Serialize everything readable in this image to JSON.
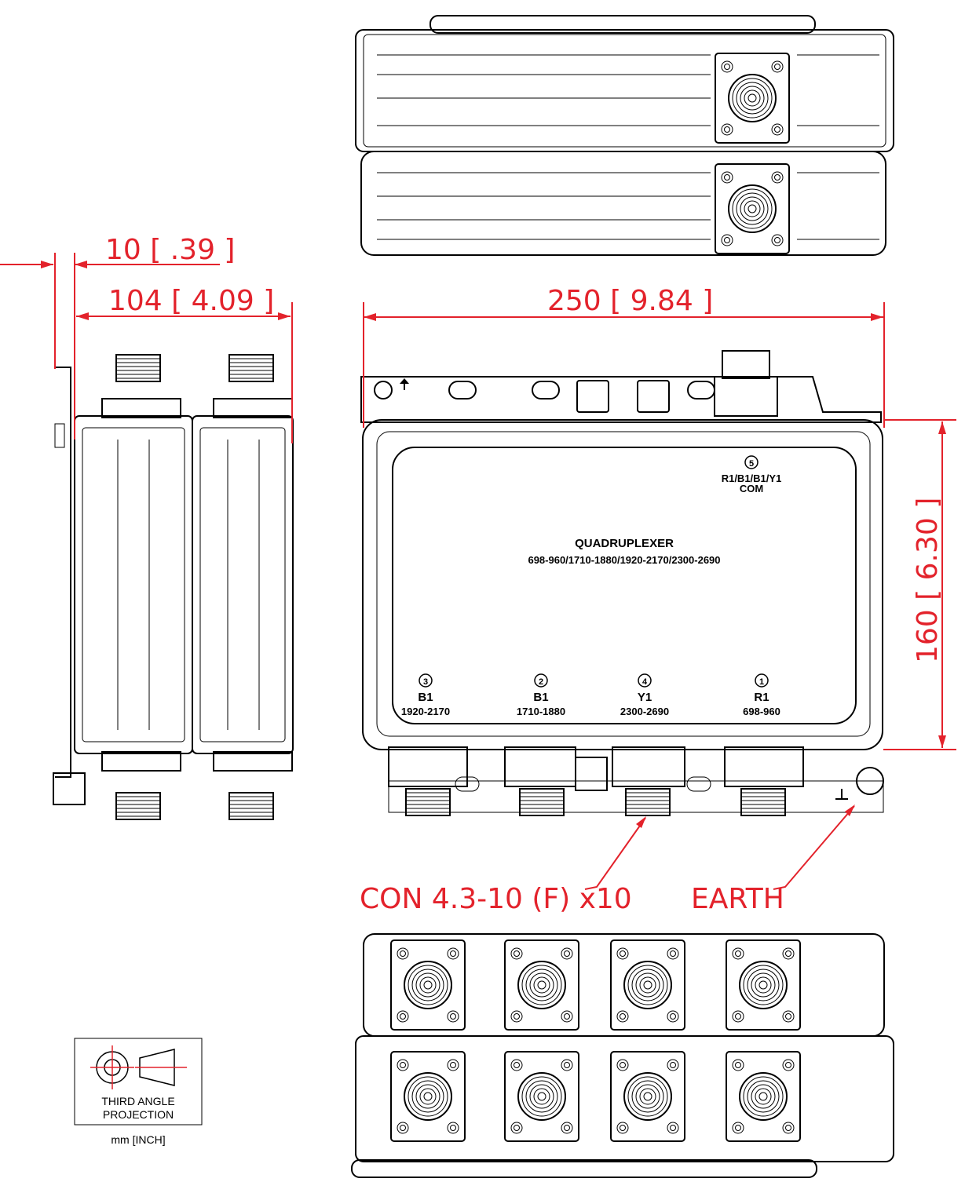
{
  "dimensions": {
    "offset": "10 [ .39 ]",
    "depth": "104 [ 4.09 ]",
    "width": "250 [ 9.84 ]",
    "height": "160 [ 6.30 ]"
  },
  "product": {
    "title": "QUADRUPLEXER",
    "bands": "698-960/1710-1880/1920-2170/2300-2690"
  },
  "ports": [
    {
      "num": "3",
      "name": "B1",
      "range": "1920-2170"
    },
    {
      "num": "2",
      "name": "B1",
      "range": "1710-1880"
    },
    {
      "num": "4",
      "name": "Y1",
      "range": "2300-2690"
    },
    {
      "num": "1",
      "name": "R1",
      "range": "698-960"
    }
  ],
  "com_port": {
    "num": "5",
    "name": "R1/B1/B1/Y1",
    "label": "COM"
  },
  "callouts": {
    "connector": "CON 4.3-10 (F) x10",
    "earth": "EARTH"
  },
  "projection": {
    "line1": "THIRD ANGLE",
    "line2": "PROJECTION",
    "units": "mm [INCH]"
  },
  "colors": {
    "dimension": "#e3222b",
    "outline": "#000000",
    "background": "#ffffff"
  }
}
